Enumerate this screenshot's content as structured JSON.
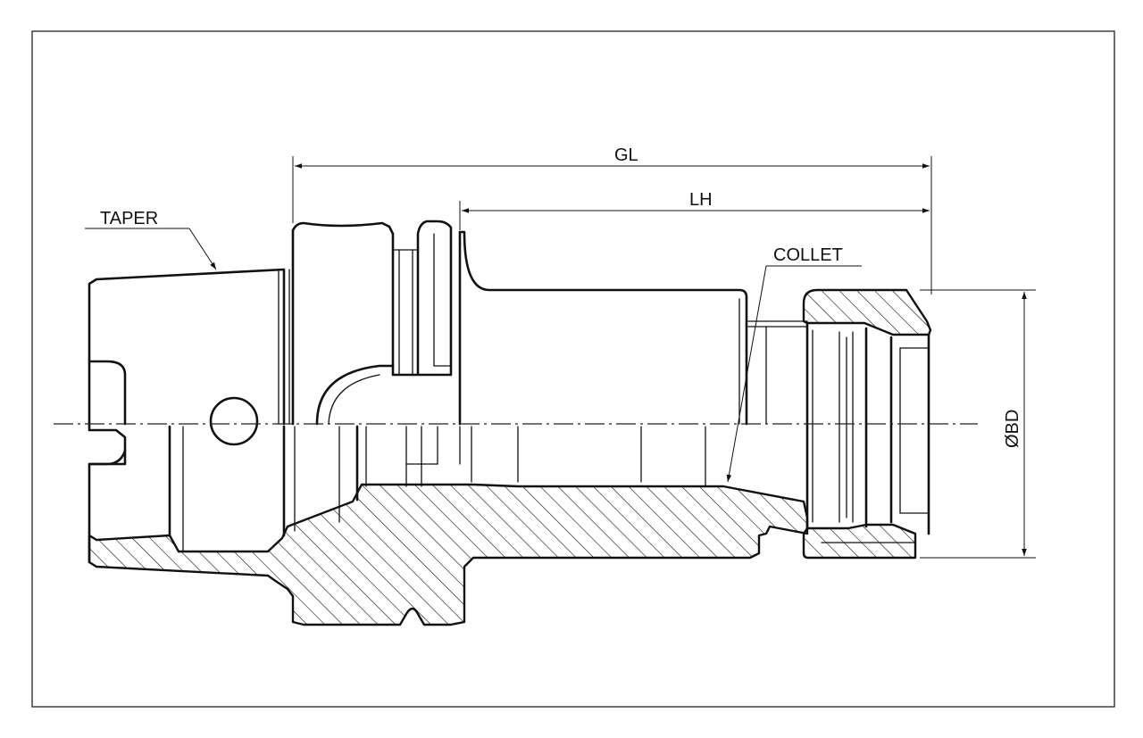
{
  "labels": {
    "taper": "TAPER",
    "gl": "GL",
    "lh": "LH",
    "collet": "COLLET",
    "bd": "ØBD"
  }
}
